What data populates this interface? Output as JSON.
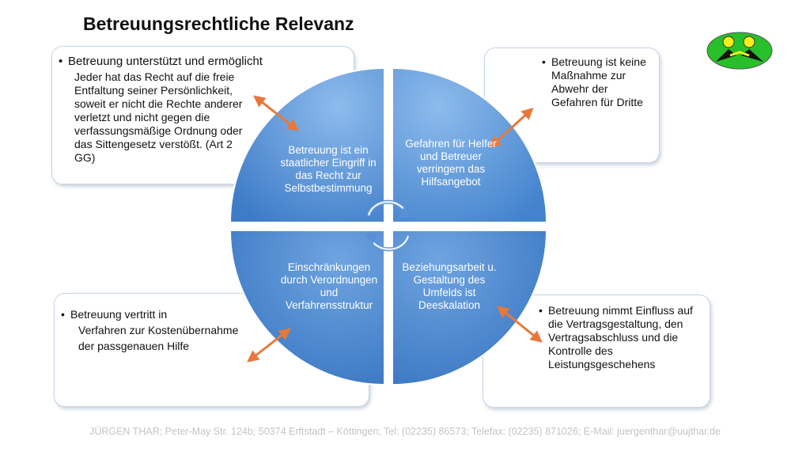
{
  "title": "Betreuungsrechtliche Relevanz",
  "quadrants": {
    "top_left": "Betreuung ist ein staatlicher Eingriff in das Recht zur Selbstbestimmung",
    "top_right": "Gefahren für Helfer und Betreuer verringern das Hilfsangebot",
    "bottom_left": "Einschränkungen durch Verordnungen und Verfahrensstruktur",
    "bottom_right": "Beziehungsarbeit u. Gestaltung des Umfelds ist Deeskalation"
  },
  "boxes": {
    "top_left": {
      "bullet": "Betreuung unterstützt und ermöglicht",
      "detail": "Jeder hat das Recht auf die freie Entfaltung seiner Persönlichkeit, soweit er nicht die Rechte anderer verletzt und nicht gegen die verfassungsmäßige Ordnung oder das Sittengesetz verstößt. (Art 2 GG)"
    },
    "top_right": {
      "bullet": "Betreuung ist keine Maßnahme zur Abwehr der Gefahren für Dritte"
    },
    "bottom_left": {
      "bullet": "Betreuung vertritt in",
      "line2": "Verfahren zur Kostenübernahme",
      "line3": "der passgenauen Hilfe"
    },
    "bottom_right": {
      "bullet": "Betreuung nimmt Einfluss auf die Vertragsgestaltung, den Vertragsabschluss und die Kontrolle des Leistungsgeschehens"
    }
  },
  "bullet_char": "•",
  "footer": "JÜRGEN THAR; Peter-May Str. 124b; 50374 Erftstadt – Köttingen; Tel: (02235) 86573; Telefax: (02235) 871026; E-Mail: juergenthar@uujthar.de",
  "colors": {
    "circle_fill": "#4a86cf",
    "circle_light": "#7fb0e6",
    "arrow": "#e8783a",
    "logo_green": "#27c02a",
    "logo_yellow": "#f2ef1a"
  },
  "icons": [
    "cycle-arrows-icon",
    "double-arrow-icon",
    "logo-faces-icon"
  ]
}
